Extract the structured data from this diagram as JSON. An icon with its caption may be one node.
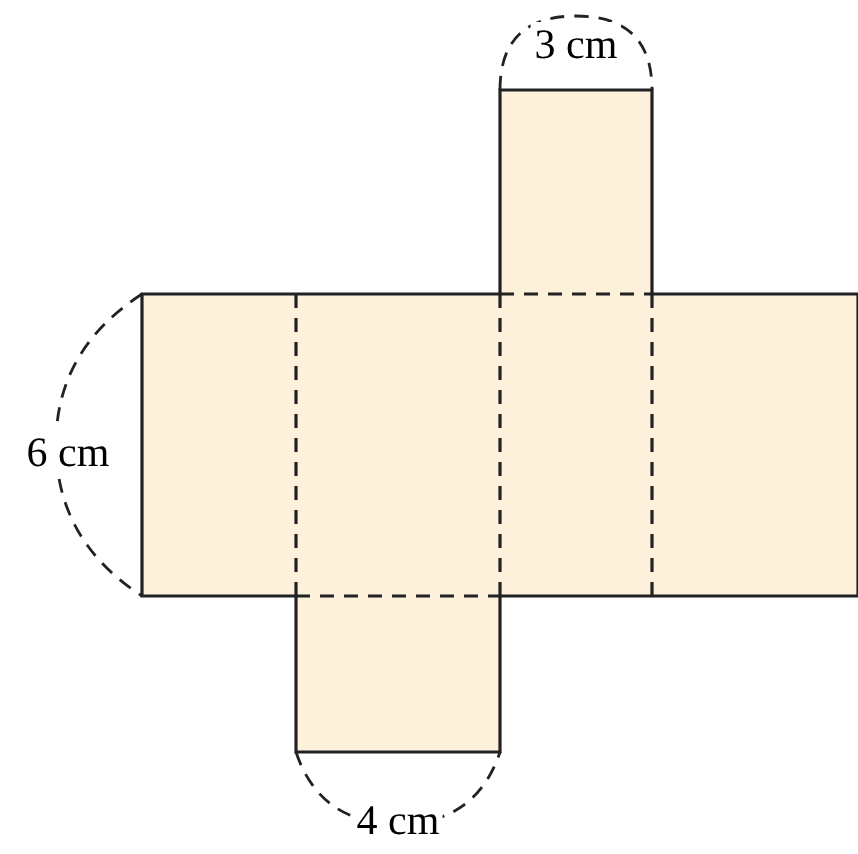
{
  "diagram": {
    "labels": [
      "3 cm",
      "6 cm",
      "4 cm"
    ]
  }
}
